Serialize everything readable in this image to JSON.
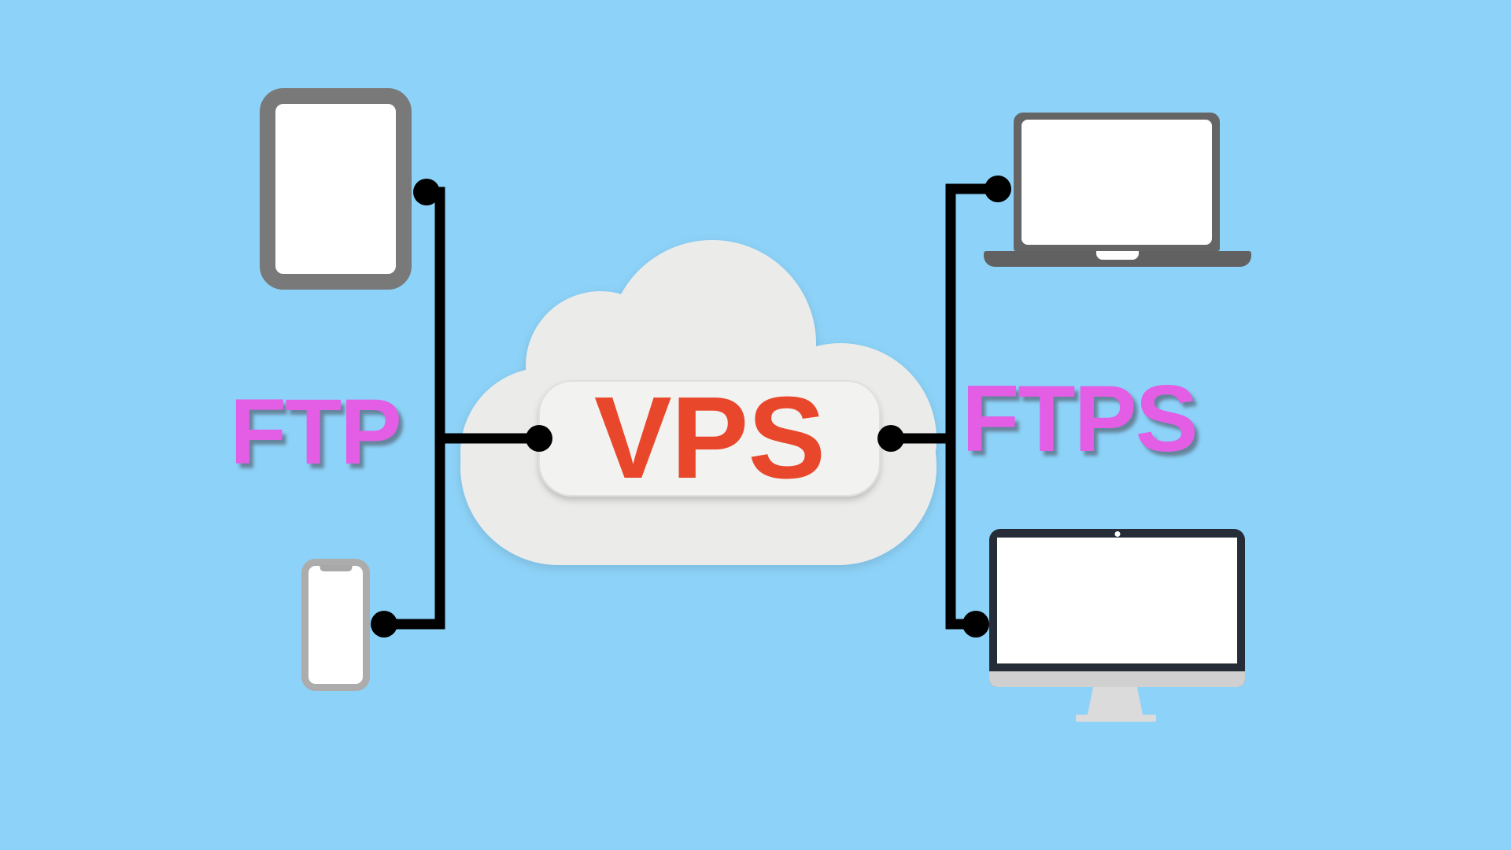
{
  "diagram": {
    "background_color": "#8DD2F8",
    "cloud": {
      "label": "VPS",
      "label_color": "#E8472B",
      "cloud_fill": "#EBEBEA",
      "box_fill": "#F2F2F1"
    },
    "protocols": {
      "left": "FTP",
      "right": "FTPS",
      "text_color": "#E35DE5"
    },
    "connector_color": "#000000",
    "devices": [
      {
        "id": "tablet",
        "icon": "tablet-icon",
        "position": "top-left",
        "frame_color": "#797979"
      },
      {
        "id": "smartphone",
        "icon": "smartphone-icon",
        "position": "bottom-left",
        "frame_color": "#ACACAC"
      },
      {
        "id": "laptop",
        "icon": "laptop-icon",
        "position": "top-right",
        "frame_color": "#656565"
      },
      {
        "id": "desktop",
        "icon": "desktop-icon",
        "position": "bottom-right",
        "frame_color": "#272D38"
      }
    ]
  }
}
